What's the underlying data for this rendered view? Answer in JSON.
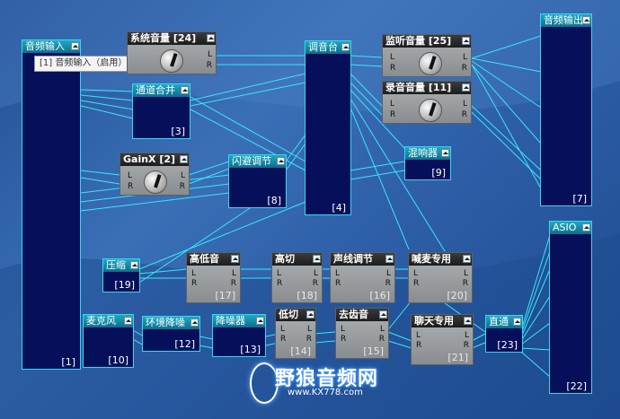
{
  "tooltip": "[1] 音频输入（启用）",
  "modules": {
    "audio_in": {
      "title": "音频输入",
      "number": "[1]"
    },
    "sys_vol": {
      "title": "系统音量 [24]"
    },
    "ch_merge": {
      "title": "通道合并",
      "number": "[3]"
    },
    "mixer": {
      "title": "调音台",
      "number": "[4]"
    },
    "monitor_vol": {
      "title": "监听音量 [25]"
    },
    "rec_vol": {
      "title": "录音音量 [11]"
    },
    "audio_out": {
      "title": "音频输出",
      "number": "[7]"
    },
    "gainx": {
      "title": "GainX [2]"
    },
    "ducker": {
      "title": "闪避调节",
      "number": "[8]"
    },
    "reverb": {
      "title": "混响器",
      "number": "[9]"
    },
    "asio": {
      "title": "ASIO",
      "number": "[22]"
    },
    "compress": {
      "title": "压缩",
      "number": "[19]"
    },
    "hilo": {
      "title": "高低音",
      "number": "[17]"
    },
    "highcut": {
      "title": "高切",
      "number": "[18]"
    },
    "vocal_eq": {
      "title": "声线调节",
      "number": "[16]"
    },
    "shout": {
      "title": "喊麦专用",
      "number": "[20]"
    },
    "mic": {
      "title": "麦克风",
      "number": "[10]"
    },
    "env_nr": {
      "title": "环境降噪",
      "number": "[12]"
    },
    "denoiser": {
      "title": "降噪器",
      "number": "[13]"
    },
    "lowcut": {
      "title": "低切",
      "number": "[14]"
    },
    "deesser": {
      "title": "去齿音",
      "number": "[15]"
    },
    "chat": {
      "title": "聊天专用",
      "number": "[21]"
    },
    "direct": {
      "title": "直通",
      "number": "[23]"
    }
  },
  "ports": {
    "L": "L",
    "R": "R"
  },
  "watermark": {
    "title": "野狼音频网",
    "url": "www.KX778.com"
  },
  "colors": {
    "wire": "#37e8f5",
    "port_border": "#35d8f0",
    "canvas": "#2d5ea7"
  }
}
